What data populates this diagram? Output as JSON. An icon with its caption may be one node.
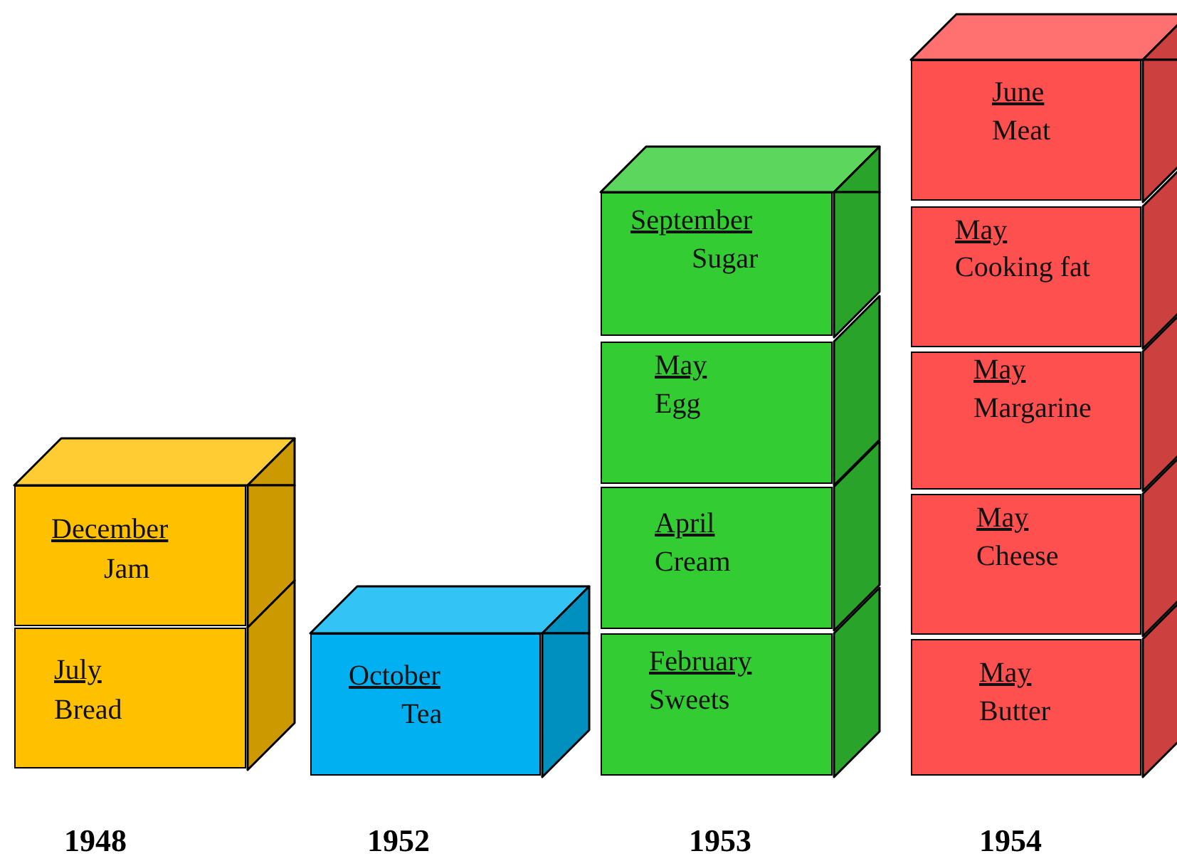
{
  "diagram": {
    "nodes": [
      {
        "text": [
          "December",
          "Jam"
        ]
      },
      {
        "text": [
          "July",
          "Bread"
        ]
      },
      {
        "text": [
          "October",
          "Tea"
        ]
      },
      {
        "text": [
          "September",
          "Sugar"
        ]
      },
      {
        "text": [
          "May",
          "Egg"
        ]
      },
      {
        "text": [
          "April",
          "Cream"
        ]
      },
      {
        "text": [
          "February",
          "Sweets"
        ]
      },
      {
        "text": [
          "June",
          "Meat"
        ]
      },
      {
        "text": [
          "May",
          "Cooking fat"
        ]
      },
      {
        "text": [
          "May",
          "Margarine"
        ]
      },
      {
        "text": [
          "May",
          "Cheese"
        ]
      },
      {
        "text": [
          "May",
          "Butter"
        ]
      }
    ],
    "edges": [],
    "labels": [
      "1948",
      "1952",
      "1953",
      "1954"
    ]
  }
}
